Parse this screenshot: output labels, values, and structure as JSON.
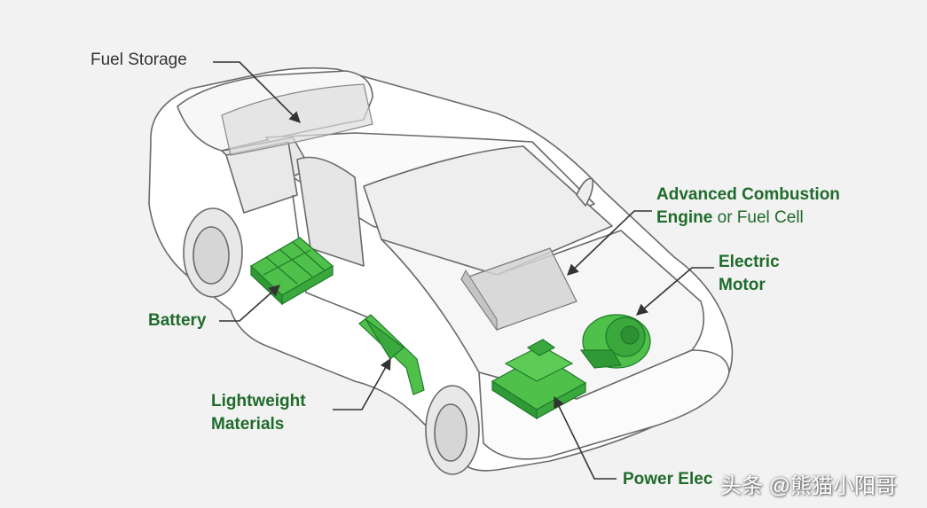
{
  "labels": {
    "fuel_storage": "Fuel Storage",
    "engine_line1": "Advanced Combustion",
    "engine_line2_a": "Engine",
    "engine_line2_b": " or Fuel Cell",
    "motor_line1": "Electric",
    "motor_line2": "Motor",
    "battery": "Battery",
    "materials_line1": "Lightweight",
    "materials_line2": "Materials",
    "power_electronics": "Power Elec"
  },
  "watermark": "头条 @熊猫小阳哥",
  "colors": {
    "background": "#f2f2f2",
    "car_body": "#ffffff",
    "car_outline": "#6a6a6a",
    "component_green": "#4fc04a",
    "component_dark": "#1f7a2a",
    "label_green": "#1f6b2b",
    "leader": "#333333"
  }
}
